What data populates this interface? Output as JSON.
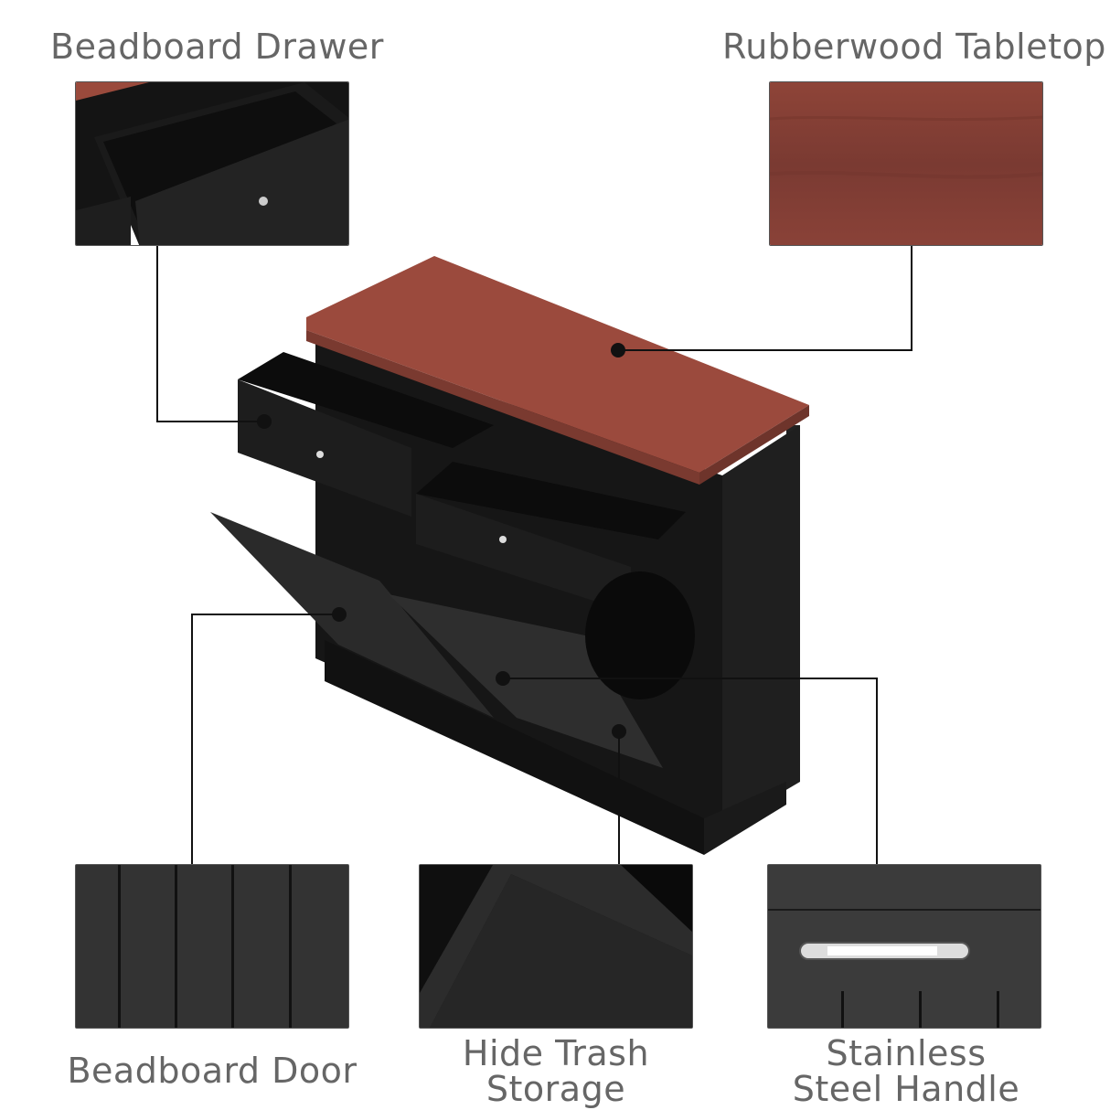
{
  "callouts": {
    "drawer": {
      "label": "Beadboard Drawer"
    },
    "tabletop": {
      "label": "Rubberwood Tabletop"
    },
    "door": {
      "label": "Beadboard Door"
    },
    "trash": {
      "label_line1": "Hide Trash",
      "label_line2": "Storage"
    },
    "handle": {
      "label_line1": "Stainless",
      "label_line2": "Steel Handle"
    }
  },
  "colors": {
    "wood": "#8a3f33",
    "cabinet": "#1c1c1c",
    "label_text": "#666666",
    "leader_line": "#111111"
  }
}
